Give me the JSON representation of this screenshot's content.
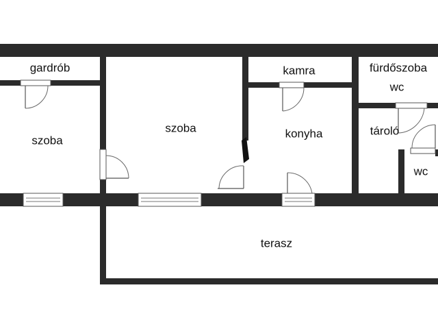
{
  "rooms": {
    "gardrob": "gardrób",
    "szoba_left": "szoba",
    "szoba_middle": "szoba",
    "kamra": "kamra",
    "konyha": "konyha",
    "furdoszoba": "fürdőszoba",
    "wc_upper": "wc",
    "tarolo": "tároló",
    "wc_lower": "wc",
    "terasz": "terasz"
  },
  "colors": {
    "wall": "#2b2b2b",
    "background": "#ffffff"
  }
}
